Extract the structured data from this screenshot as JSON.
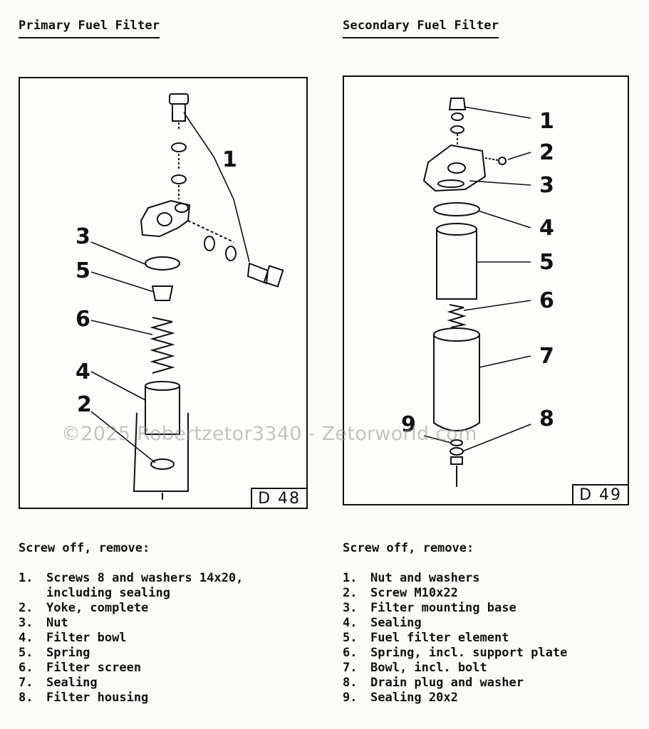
{
  "primary": {
    "title": "Primary Fuel Filter",
    "figure_tag": "D 48",
    "callouts": [
      "1",
      "3",
      "5",
      "6",
      "4",
      "2"
    ],
    "lead": "Screw off, remove:",
    "items": [
      {
        "num": "1.",
        "text": "Screws 8 and washers 14x20,"
      },
      {
        "num": "",
        "text": "including sealing"
      },
      {
        "num": "2.",
        "text": "Yoke, complete"
      },
      {
        "num": "3.",
        "text": "Nut"
      },
      {
        "num": "4.",
        "text": "Filter bowl"
      },
      {
        "num": "5.",
        "text": "Spring"
      },
      {
        "num": "6.",
        "text": "Filter screen"
      },
      {
        "num": "7.",
        "text": "Sealing"
      },
      {
        "num": "8.",
        "text": "Filter housing"
      }
    ]
  },
  "secondary": {
    "title": "Secondary Fuel Filter",
    "figure_tag": "D 49",
    "callouts": [
      "1",
      "2",
      "3",
      "4",
      "5",
      "6",
      "7",
      "8",
      "9"
    ],
    "lead": "Screw off, remove:",
    "items": [
      {
        "num": "1.",
        "text": "Nut and washers"
      },
      {
        "num": "2.",
        "text": "Screw M10x22"
      },
      {
        "num": "3.",
        "text": "Filter mounting base"
      },
      {
        "num": "4.",
        "text": "Sealing"
      },
      {
        "num": "5.",
        "text": "Fuel filter element"
      },
      {
        "num": "6.",
        "text": "Spring, incl. support plate"
      },
      {
        "num": "7.",
        "text": "Bowl, incl. bolt"
      },
      {
        "num": "8.",
        "text": "Drain plug and washer"
      },
      {
        "num": "9.",
        "text": "Sealing 20x2"
      }
    ]
  },
  "watermark": "©2025 Robertzetor3340 - Zetorworld.com"
}
